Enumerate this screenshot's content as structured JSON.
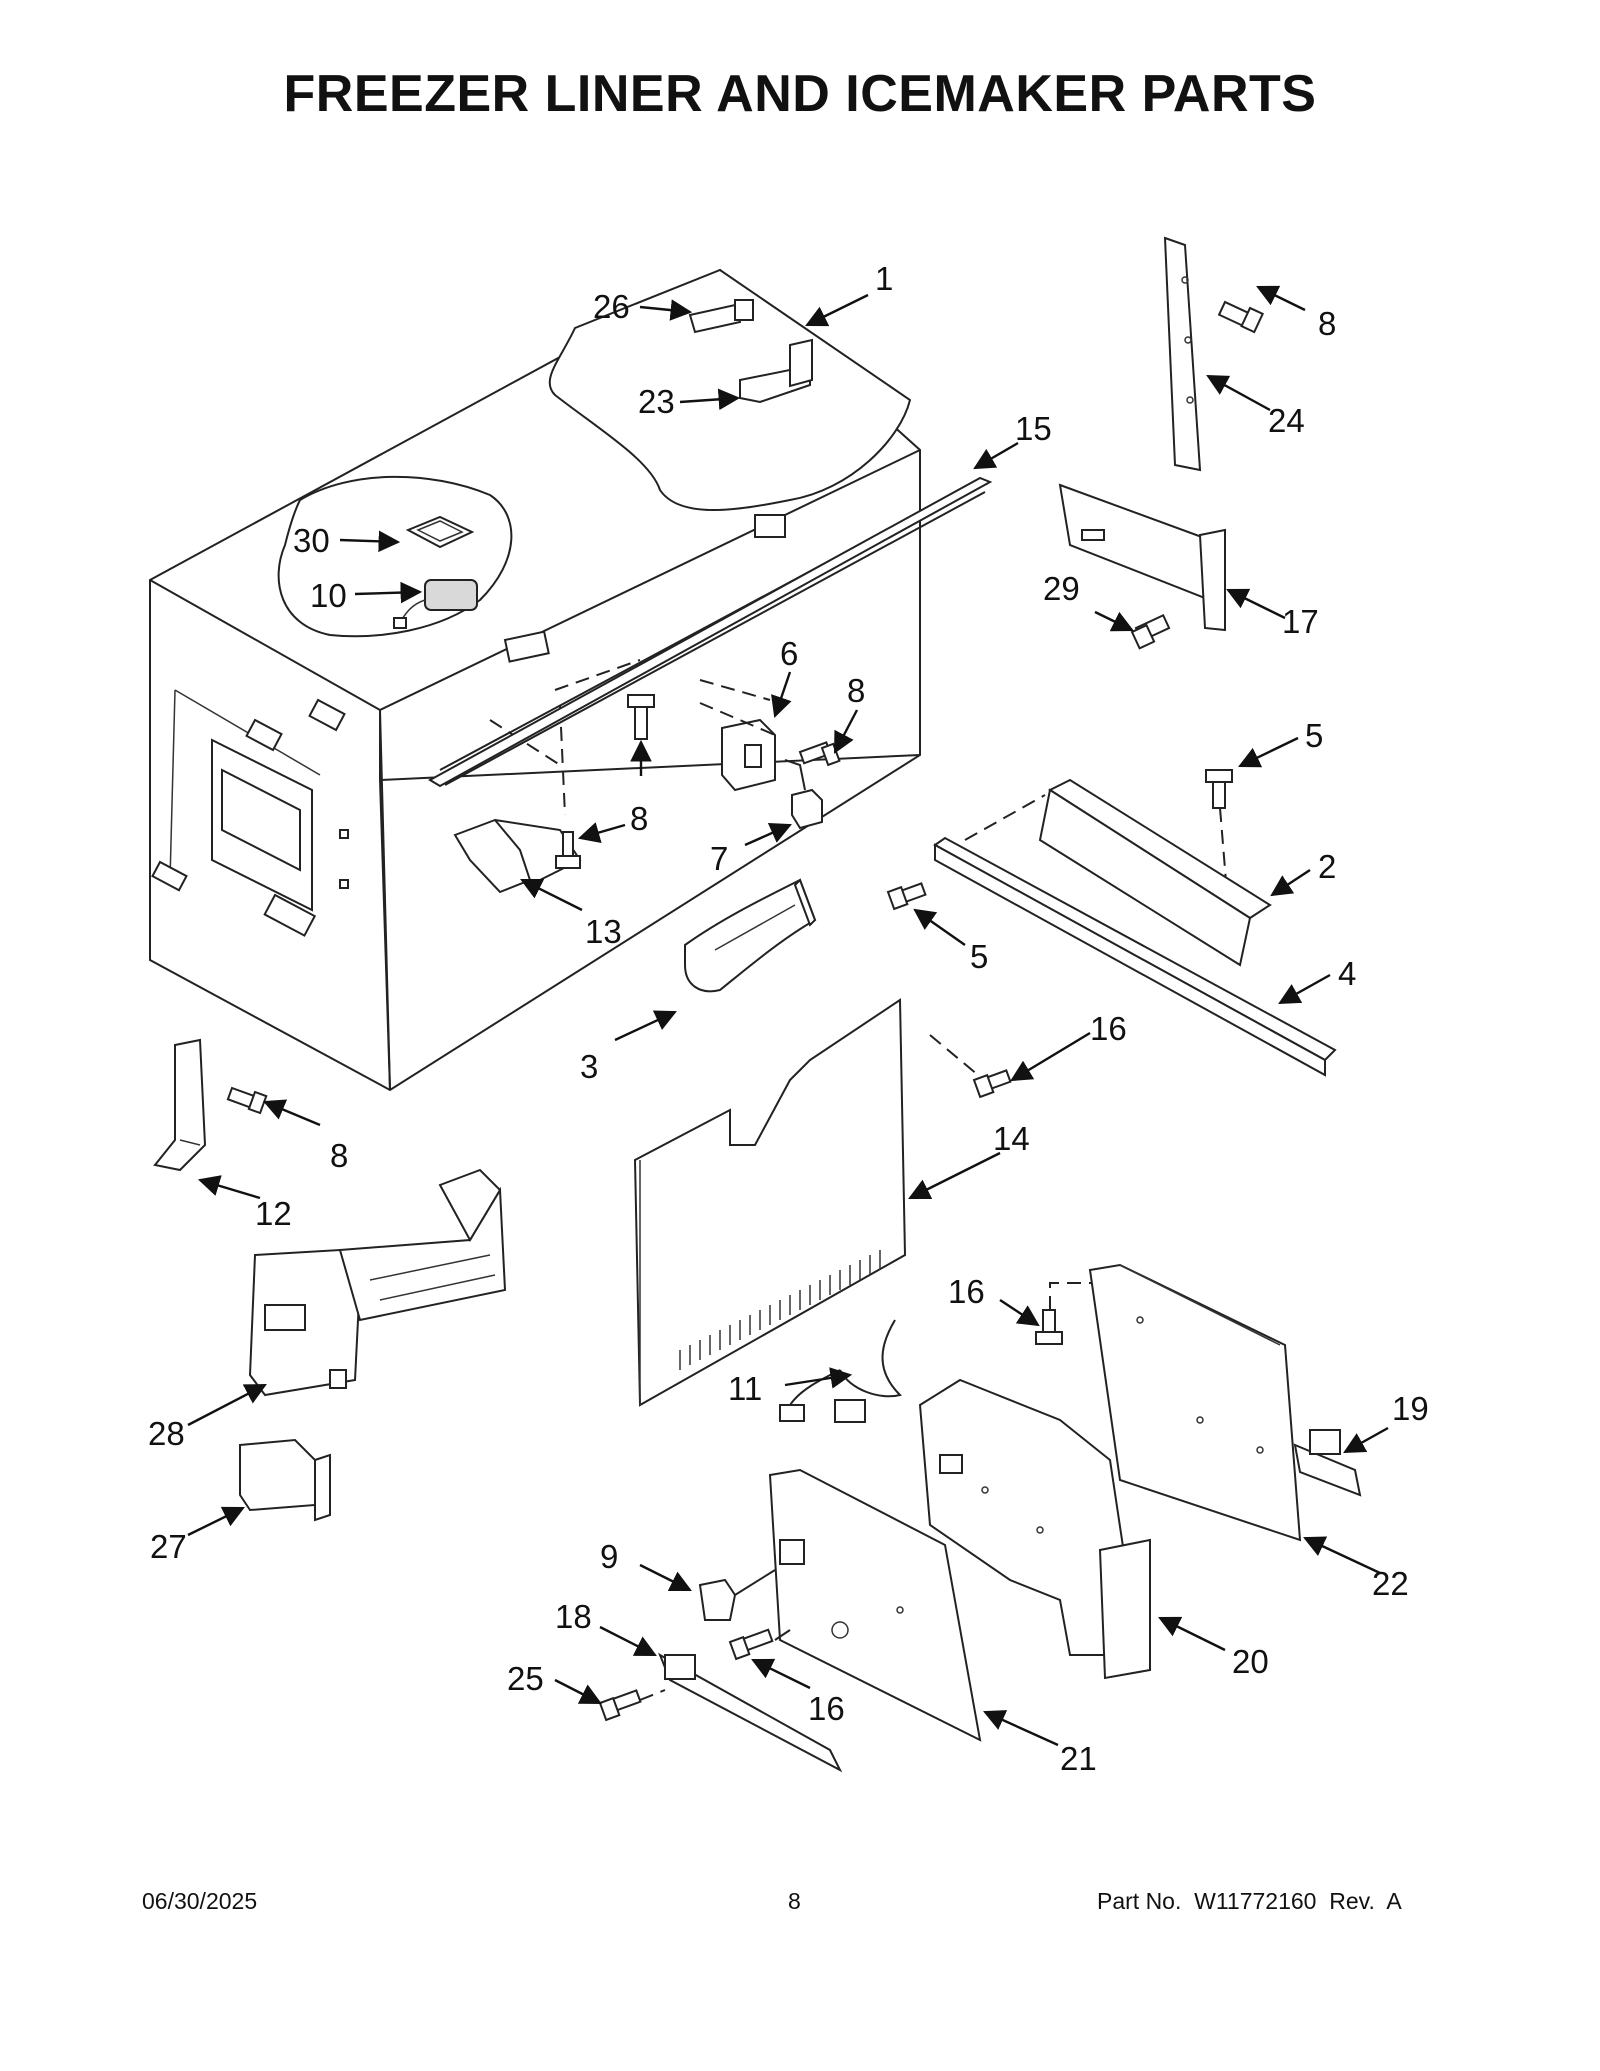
{
  "title": "FREEZER LINER AND ICEMAKER PARTS",
  "footer": {
    "date": "06/30/2025",
    "page": "8",
    "part_number": "Part No.  W11772160  Rev.  A"
  },
  "callouts": [
    "1",
    "2",
    "3",
    "4",
    "5",
    "5",
    "6",
    "7",
    "8",
    "8",
    "8",
    "8",
    "9",
    "10",
    "11",
    "12",
    "13",
    "14",
    "15",
    "16",
    "16",
    "16",
    "17",
    "18",
    "19",
    "20",
    "21",
    "22",
    "23",
    "24",
    "25",
    "26",
    "27",
    "28",
    "29",
    "30"
  ]
}
